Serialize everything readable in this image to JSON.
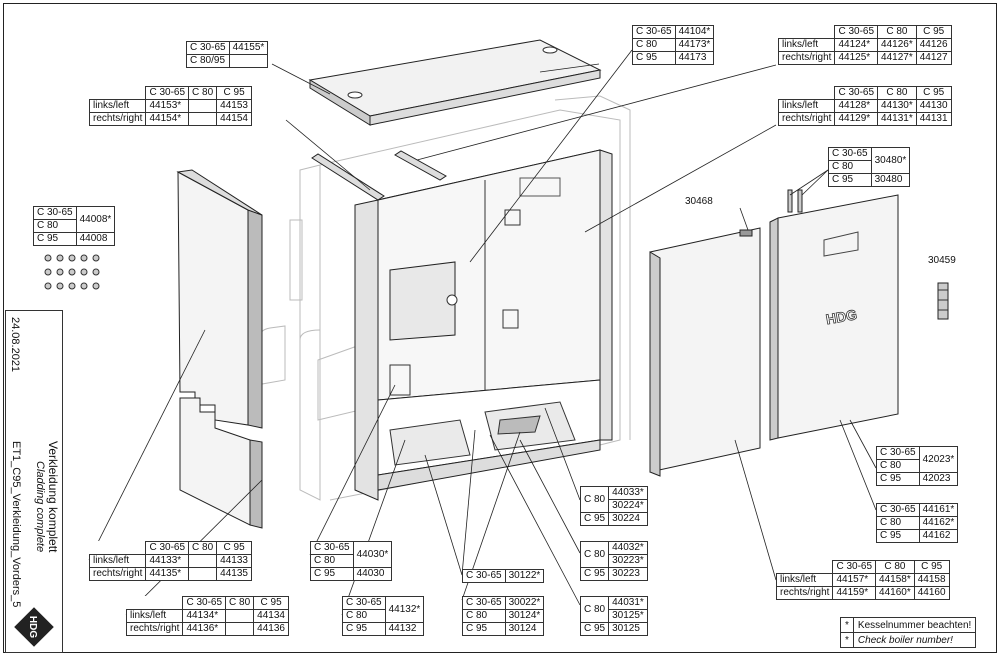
{
  "title_block": {
    "date": "24.08.2021",
    "title_de": "Verkleidung komplett",
    "title_en": "Cladding complete",
    "drawing_id": "ET1_C95_Verkleidung_Vorders_5",
    "logo_text": "HDG"
  },
  "door_logo": "HDG",
  "note": {
    "rows": [
      {
        "mark": "*",
        "text": "Kesselnummer beachten!"
      },
      {
        "mark": "*",
        "text": "Check boiler number!"
      }
    ]
  },
  "part_labels": {
    "p30468": "30468",
    "p30459": "30459"
  },
  "tables": {
    "t44155": {
      "rows": [
        [
          "C 30-65",
          "44155*"
        ],
        [
          "C 80/95",
          ""
        ]
      ]
    },
    "t44104": {
      "rows": [
        [
          "C 30-65",
          "44104*"
        ],
        [
          "C 80",
          "44173*"
        ],
        [
          "C 95",
          "44173"
        ]
      ]
    },
    "t44124": {
      "header": [
        "",
        "C 30-65",
        "C 80",
        "C 95"
      ],
      "rows": [
        [
          "links/left",
          "44124*",
          "44126*",
          "44126"
        ],
        [
          "rechts/right",
          "44125*",
          "44127*",
          "44127"
        ]
      ]
    },
    "t44153": {
      "header": [
        "",
        "C 30-65",
        "C 80",
        "C 95"
      ],
      "rows": [
        [
          "links/left",
          "44153*",
          "",
          "44153"
        ],
        [
          "rechts/right",
          "44154*",
          "",
          "44154"
        ]
      ]
    },
    "t44128": {
      "header": [
        "",
        "C 30-65",
        "C 80",
        "C 95"
      ],
      "rows": [
        [
          "links/left",
          "44128*",
          "44130*",
          "44130"
        ],
        [
          "rechts/right",
          "44129*",
          "44131*",
          "44131"
        ]
      ]
    },
    "t30480": {
      "rows": [
        [
          "C 30-65",
          "30480*"
        ],
        [
          "C 80",
          ""
        ],
        [
          "C 95",
          "30480"
        ]
      ]
    },
    "t44008": {
      "rows": [
        [
          "C 30-65",
          "44008*"
        ],
        [
          "C 80",
          ""
        ],
        [
          "C 95",
          "44008"
        ]
      ]
    },
    "t42023": {
      "rows": [
        [
          "C 30-65",
          "42023*"
        ],
        [
          "C 80",
          ""
        ],
        [
          "C 95",
          "42023"
        ]
      ]
    },
    "t44161": {
      "rows": [
        [
          "C 30-65",
          "44161*"
        ],
        [
          "C 80",
          "44162*"
        ],
        [
          "C 95",
          "44162"
        ]
      ]
    },
    "t44033": {
      "rows": [
        [
          "C 80",
          "44033*"
        ],
        [
          "",
          "30224*"
        ],
        [
          "C 95",
          "30224"
        ]
      ]
    },
    "t44032": {
      "rows": [
        [
          "C 80",
          "44032*"
        ],
        [
          "",
          "30223*"
        ],
        [
          "C 95",
          "30223"
        ]
      ]
    },
    "t44031": {
      "rows": [
        [
          "C 80",
          "44031*"
        ],
        [
          "",
          "30125*"
        ],
        [
          "C 95",
          "30125"
        ]
      ]
    },
    "t44157": {
      "header": [
        "",
        "C 30-65",
        "C 80",
        "C 95"
      ],
      "rows": [
        [
          "links/left",
          "44157*",
          "44158*",
          "44158"
        ],
        [
          "rechts/right",
          "44159*",
          "44160*",
          "44160"
        ]
      ]
    },
    "t44133": {
      "header": [
        "",
        "C 30-65",
        "C 80",
        "C 95"
      ],
      "rows": [
        [
          "links/left",
          "44133*",
          "",
          "44133"
        ],
        [
          "rechts/right",
          "44135*",
          "",
          "44135"
        ]
      ]
    },
    "t44030": {
      "rows": [
        [
          "C 30-65",
          "44030*"
        ],
        [
          "C 80",
          ""
        ],
        [
          "C 95",
          "44030"
        ]
      ]
    },
    "t30122": {
      "rows": [
        [
          "C 30-65",
          "30122*"
        ]
      ]
    },
    "t44134": {
      "header": [
        "",
        "C 30-65",
        "C 80",
        "C 95"
      ],
      "rows": [
        [
          "links/left",
          "44134*",
          "",
          "44134"
        ],
        [
          "rechts/right",
          "44136*",
          "",
          "44136"
        ]
      ]
    },
    "t44132": {
      "rows": [
        [
          "C 30-65",
          "44132*"
        ],
        [
          "C 80",
          ""
        ],
        [
          "C 95",
          "44132"
        ]
      ]
    },
    "t30022": {
      "rows": [
        [
          "C 30-65",
          "30022*"
        ],
        [
          "C 80",
          "30124*"
        ],
        [
          "C 95",
          "30124"
        ]
      ]
    }
  }
}
